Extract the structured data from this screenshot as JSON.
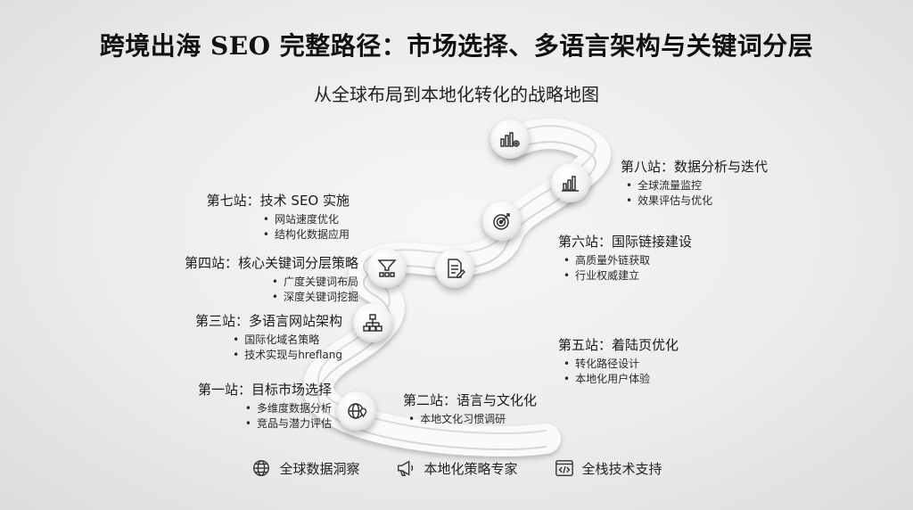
{
  "title": "跨境出海 SEO 完整路径：市场选择、多语言架构与关键词分层",
  "subtitle": "从全球布局到本地化转化的战略地图",
  "stations": {
    "s1": {
      "title": "第一站：目标市场选择",
      "bullets": [
        "多维度数据分析",
        "竞品与潜力评估"
      ],
      "icon": "globe-location-icon"
    },
    "s2": {
      "title": "第二站：语言与文化化",
      "bullets": [
        "本地文化习惯调研"
      ]
    },
    "s3": {
      "title": "第三站：多语言网站架构",
      "bullets": [
        "国际化域名策略",
        "技术实现与hreflang"
      ],
      "icon": "sitemap-icon"
    },
    "s4": {
      "title": "第四站：核心关键词分层策略",
      "bullets": [
        "广度关键词布局",
        "深度关键词挖掘"
      ],
      "icon": "funnel-icon"
    },
    "s5": {
      "title": "第五站：着陆页优化",
      "bullets": [
        "转化路径设计",
        "本地化用户体验"
      ],
      "icon": "document-edit-icon"
    },
    "s6": {
      "title": "第六站：国际链接建设",
      "bullets": [
        "高质量外链获取",
        "行业权威建立"
      ],
      "icon": "target-icon"
    },
    "s7": {
      "title": "第七站：技术 SEO 实施",
      "bullets": [
        "网站速度优化",
        "结构化数据应用"
      ],
      "icon": "bar-chart-icon"
    },
    "s8": {
      "title": "第八站：数据分析与迭代",
      "bullets": [
        "全球流量监控",
        "效果评估与优化"
      ],
      "icon": "chart-gear-icon"
    }
  },
  "footer": [
    {
      "label": "全球数据洞察",
      "icon": "globe-icon"
    },
    {
      "label": "本地化策略专家",
      "icon": "megaphone-icon"
    },
    {
      "label": "全栈技术支持",
      "icon": "code-window-icon"
    }
  ]
}
